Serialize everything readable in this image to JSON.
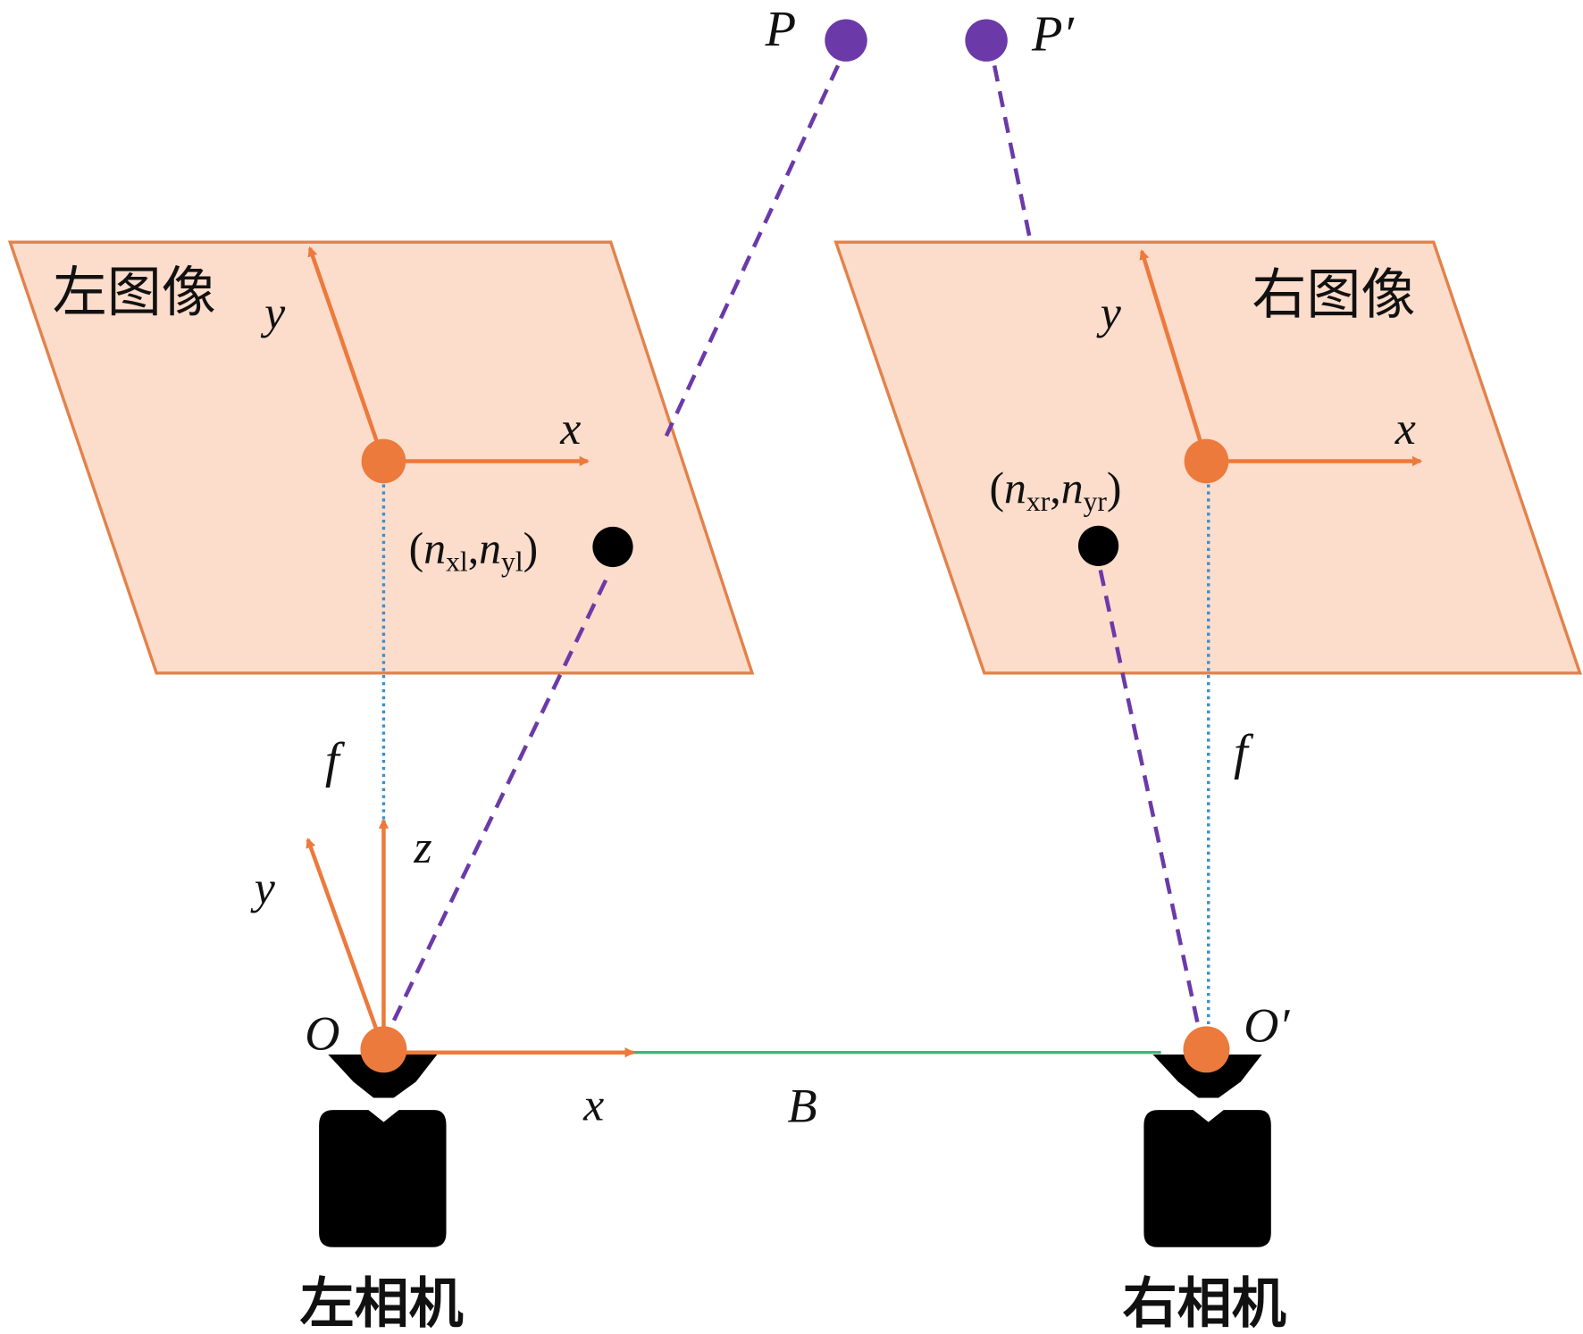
{
  "title": "Binocular stereo camera model",
  "labels": {
    "left_image": "左图像",
    "right_image": "右图像",
    "left_camera": "左相机",
    "right_camera": "右相机",
    "point_p": "P",
    "point_p_prime": "P′",
    "origin_left": "O",
    "origin_right": "O′",
    "baseline": "B",
    "focal_left": "f",
    "focal_right": "f",
    "img_left_x": "x",
    "img_left_y": "y",
    "img_right_x": "x",
    "img_right_y": "y",
    "cam_x": "x",
    "cam_y": "y",
    "cam_z": "z",
    "proj_left": {
      "open": "(",
      "n1": "n",
      "s1": "xl",
      "comma": ",",
      "n2": "n",
      "s2": "yl",
      "close": ")"
    },
    "proj_right": {
      "open": "(",
      "n1": "n",
      "s1": "xr",
      "comma": ",",
      "n2": "n",
      "s2": "yr",
      "close": ")"
    }
  },
  "colors": {
    "plane_fill": "#fcdccb",
    "plane_stroke": "#e2824a",
    "axis": "#ec7a3c",
    "ray": "#6b3aa8",
    "focal": "#3a8fd0",
    "baseline": "#3cb878",
    "camera": "#000000"
  }
}
